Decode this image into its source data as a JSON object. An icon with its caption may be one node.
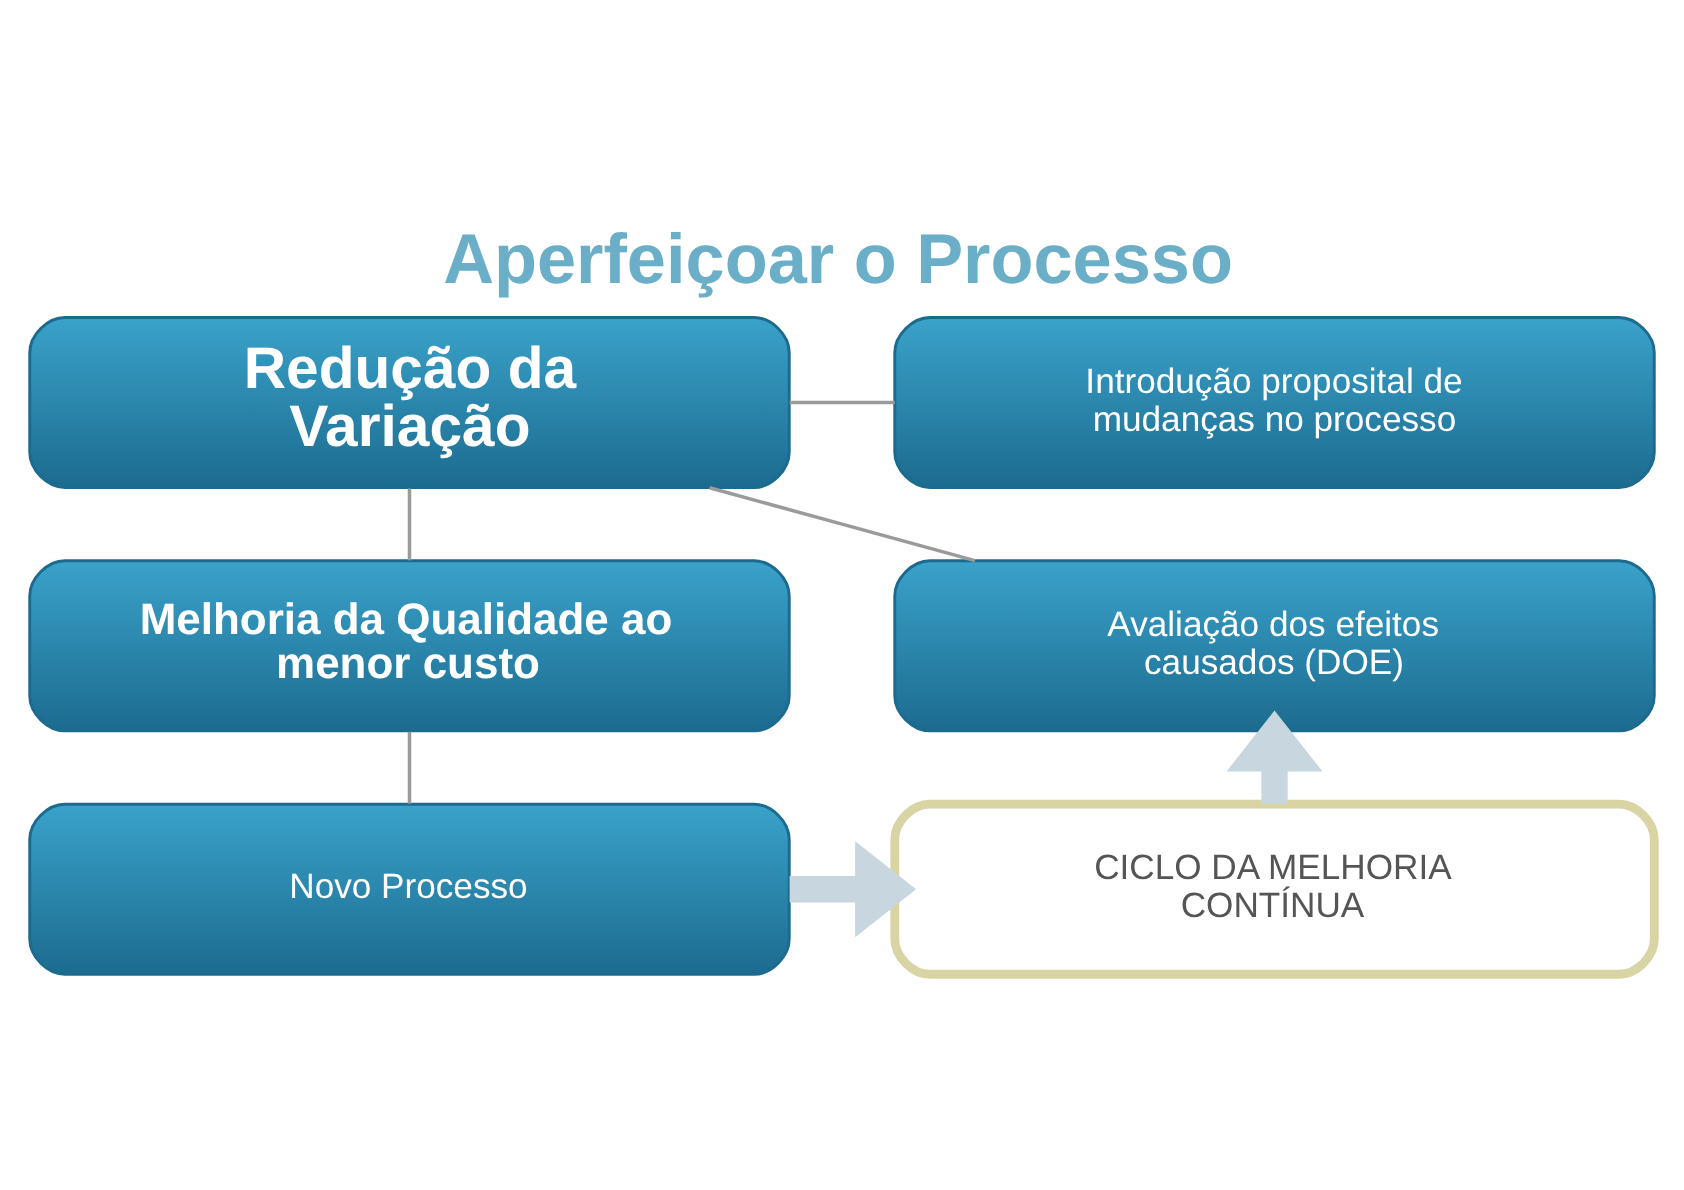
{
  "diagram": {
    "title": "Aperfeiçoar o Processo",
    "nodes": [
      {
        "text": [
          "Redução da Variação"
        ]
      },
      {
        "text": [
          "Introdução proposital de mudanças no processo"
        ]
      },
      {
        "text": [
          "Avaliação dos efeitos causados (DOE)"
        ]
      },
      {
        "text": [
          "Melhoria da Qualidade ao menor custo"
        ]
      },
      {
        "text": [
          "Novo Processo"
        ]
      },
      {
        "text": [
          "CICLO DA MELHORIA CONTÍNUA"
        ]
      }
    ],
    "edges": [
      {
        "from": 0,
        "to": 1,
        "arrow": "none"
      },
      {
        "from": 0,
        "to": 2,
        "arrow": "none"
      },
      {
        "from": 0,
        "to": 3,
        "arrow": "none"
      },
      {
        "from": 3,
        "to": 4,
        "arrow": "none"
      },
      {
        "from": 4,
        "to": 5,
        "arrow": "to",
        "style": "thick",
        "color": "#c8d6e0"
      },
      {
        "from": 5,
        "to": 2,
        "arrow": "to",
        "style": "thick",
        "color": "#c8d6e0"
      }
    ]
  }
}
